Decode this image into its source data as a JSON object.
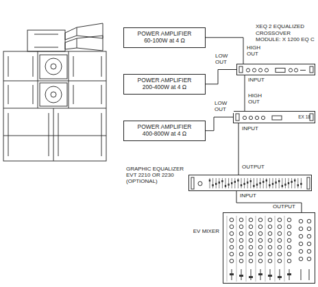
{
  "diagram": {
    "nodes": [
      {
        "text": [
          "POWER AMPLIFIER 60-100W at 4 Ω"
        ]
      },
      {
        "text": [
          "XEQ 2 EQUALIZED CROSSOVER MODULE: X 1200 EQ C"
        ]
      },
      {
        "text": [
          "POWER AMPLIFIER 200-400W at 4 Ω"
        ]
      },
      {
        "text": [
          "EX 18"
        ]
      },
      {
        "text": [
          "POWER AMPLIFIER 400-800W at 4 Ω"
        ]
      },
      {
        "text": [
          "GRAPHIC EQUALIZER EVT 2210 OR 2230 (OPTIONAL)"
        ]
      },
      {
        "text": [
          "EV MIXER"
        ]
      }
    ],
    "edges": [
      {
        "from": 1,
        "to": 0,
        "arrow": "none"
      },
      {
        "from": 1,
        "to": 2,
        "arrow": "none"
      },
      {
        "from": 3,
        "to": 1,
        "arrow": "none"
      },
      {
        "from": 3,
        "to": 4,
        "arrow": "none"
      },
      {
        "from": 5,
        "to": 3,
        "arrow": "none"
      },
      {
        "from": 6,
        "to": 5,
        "arrow": "none"
      }
    ],
    "labels": [
      "HIGH OUT",
      "LOW OUT",
      "INPUT",
      "HIGH OUT",
      "LOW OUT",
      "INPUT",
      "OUTPUT",
      "INPUT",
      "OUTPUT"
    ]
  }
}
